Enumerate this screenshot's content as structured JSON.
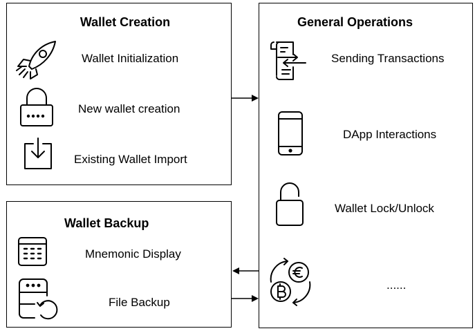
{
  "wallet_creation": {
    "title": "Wallet Creation",
    "items": [
      {
        "label": "Wallet Initialization",
        "icon": "rocket-icon"
      },
      {
        "label": "New wallet creation",
        "icon": "lock-icon"
      },
      {
        "label": "Existing Wallet Import",
        "icon": "import-icon"
      }
    ]
  },
  "wallet_backup": {
    "title": "Wallet Backup",
    "items": [
      {
        "label": "Mnemonic Display",
        "icon": "grid-keypad-icon"
      },
      {
        "label": "File Backup",
        "icon": "restore-icon"
      }
    ]
  },
  "general_operations": {
    "title": "General Operations",
    "items": [
      {
        "label": "Sending Transactions",
        "icon": "document-transfer-icon"
      },
      {
        "label": "DApp Interactions",
        "icon": "smartphone-icon"
      },
      {
        "label": "Wallet Lock/Unlock",
        "icon": "unlocked-padlock-icon"
      },
      {
        "label": "......",
        "icon": "currency-exchange-icon"
      }
    ]
  }
}
